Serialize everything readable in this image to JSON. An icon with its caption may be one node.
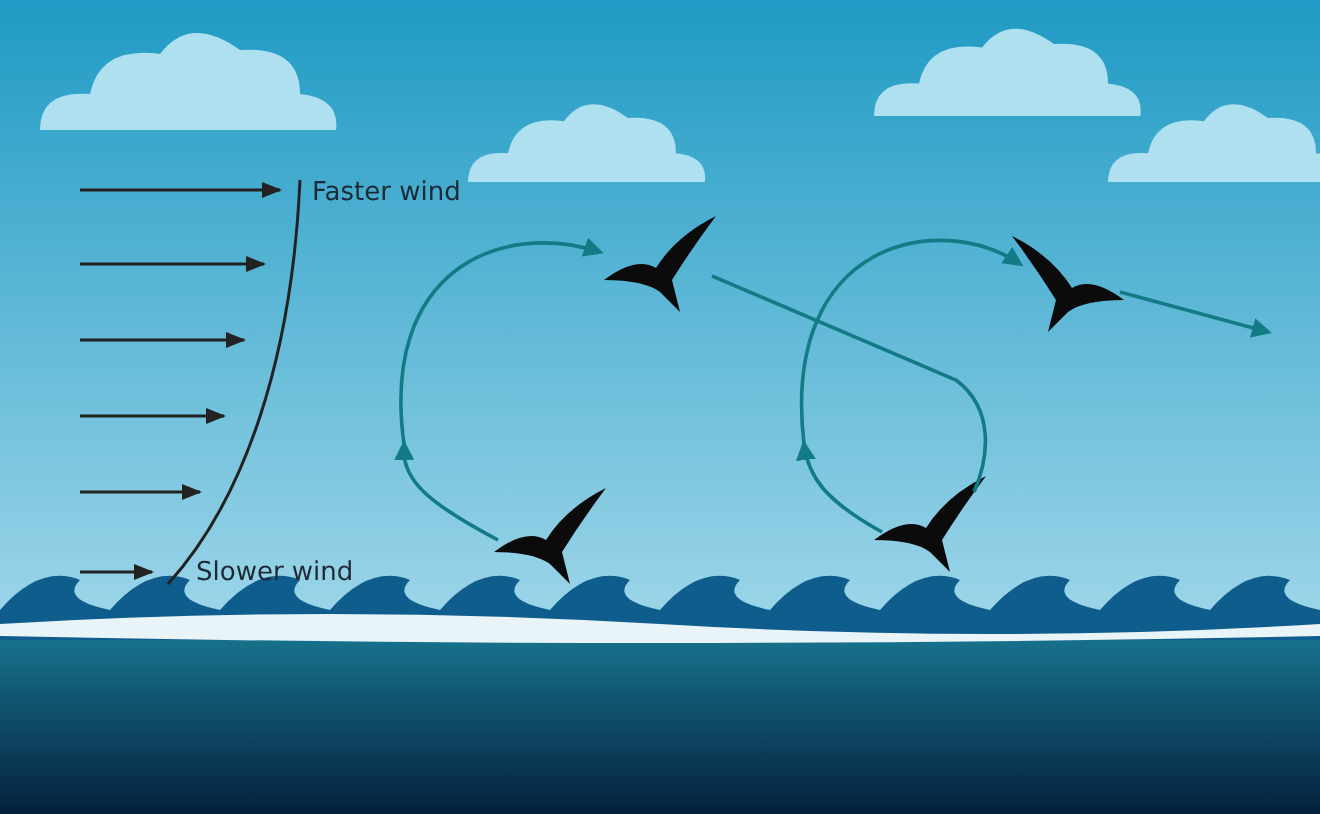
{
  "diagram": {
    "nodes": [
      {
        "text": [],
        "shape": "picture"
      },
      {
        "text": [],
        "shape": "picture"
      },
      {
        "text": [],
        "shape": "picture"
      },
      {
        "text": [],
        "shape": "picture"
      }
    ],
    "edges": [
      {
        "from": 0,
        "to": 1,
        "arrow": "to"
      },
      {
        "from": 1,
        "to": 2,
        "arrow": "none"
      },
      {
        "from": 2,
        "to": 3,
        "arrow": "to"
      },
      {
        "from": 3,
        "to": null,
        "arrow": "to"
      }
    ],
    "labels": [
      "Faster wind",
      "Slower wind"
    ]
  }
}
